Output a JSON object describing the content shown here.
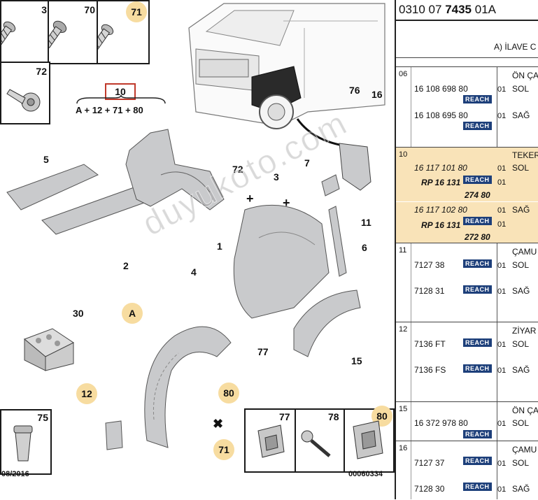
{
  "diagram": {
    "box_labels": {
      "b3": "3",
      "b70": "70",
      "b71": "71",
      "b72": "72",
      "b75": "75",
      "b77": "77",
      "b78": "78",
      "b80": "80"
    },
    "callouts": {
      "n10": "10",
      "n5": "5",
      "n2": "2",
      "n72": "72",
      "n3": "3",
      "n7": "7",
      "n76": "76",
      "n16": "16",
      "n11": "11",
      "n1": "1",
      "n6": "6",
      "n4": "4",
      "n77": "77",
      "n15": "15",
      "n30": "30",
      "nA": "A",
      "n12": "12",
      "n80": "80",
      "n71": "71"
    },
    "formula": "A + 12 + 71 + 80",
    "date": "08/2016",
    "drawing_id": "00060334",
    "watermark": "duyukoto.com",
    "colors": {
      "highlight": "#f7dca0",
      "kit_box": "#c0392b",
      "part_fill": "#c9cacc"
    }
  },
  "parts_table": {
    "doc_prefix": "0310 07 ",
    "doc_bold": "7435",
    "doc_suffix": " 01A",
    "section_note": "A) İLAVE C",
    "rows": [
      {
        "num": "06",
        "highlight": false,
        "desc": "ÖN ÇA",
        "items": [
          {
            "pn": "16 108 698 80",
            "reach": "REACH",
            "qty": "01",
            "side": "SOL"
          },
          {
            "pn": "16 108 695 80",
            "reach": "REACH",
            "qty": "01",
            "side": "SAĞ"
          }
        ]
      },
      {
        "num": "10",
        "highlight": true,
        "desc": "TEKER",
        "items": [
          {
            "pn": "16 117 101 80",
            "qty": "01",
            "side": "SOL"
          },
          {
            "pn": "RP 16 131",
            "reach": "REACH",
            "qty": "01",
            "extra": "274 80"
          },
          {
            "pn": "16 117 102 80",
            "qty": "01",
            "side": "SAĞ"
          },
          {
            "pn": "RP 16 131",
            "reach": "REACH",
            "qty": "01",
            "extra": "272 80"
          }
        ]
      },
      {
        "num": "11",
        "highlight": false,
        "desc": "ÇAMU",
        "items": [
          {
            "pn": "7127 38",
            "reach": "REACH",
            "qty": "01",
            "side": "SOL"
          },
          {
            "pn": "7128 31",
            "reach": "REACH",
            "qty": "01",
            "side": "SAĞ"
          }
        ]
      },
      {
        "num": "12",
        "highlight": false,
        "desc": "ZİYAR",
        "items": [
          {
            "pn": "7136 FT",
            "reach": "REACH",
            "qty": "01",
            "side": "SOL"
          },
          {
            "pn": "7136 FS",
            "reach": "REACH",
            "qty": "01",
            "side": "SAĞ"
          }
        ]
      },
      {
        "num": "15",
        "highlight": false,
        "desc": "ÖN ÇA",
        "items": [
          {
            "pn": "16 372 978 80",
            "reach": "REACH",
            "qty": "01",
            "side": "SOL"
          }
        ]
      },
      {
        "num": "16",
        "highlight": false,
        "desc": "ÇAMU",
        "items": [
          {
            "pn": "7127 37",
            "reach": "REACH",
            "qty": "01",
            "side": "SOL"
          },
          {
            "pn": "7128 30",
            "reach": "REACH",
            "qty": "01",
            "side": "SAĞ"
          }
        ]
      }
    ]
  }
}
